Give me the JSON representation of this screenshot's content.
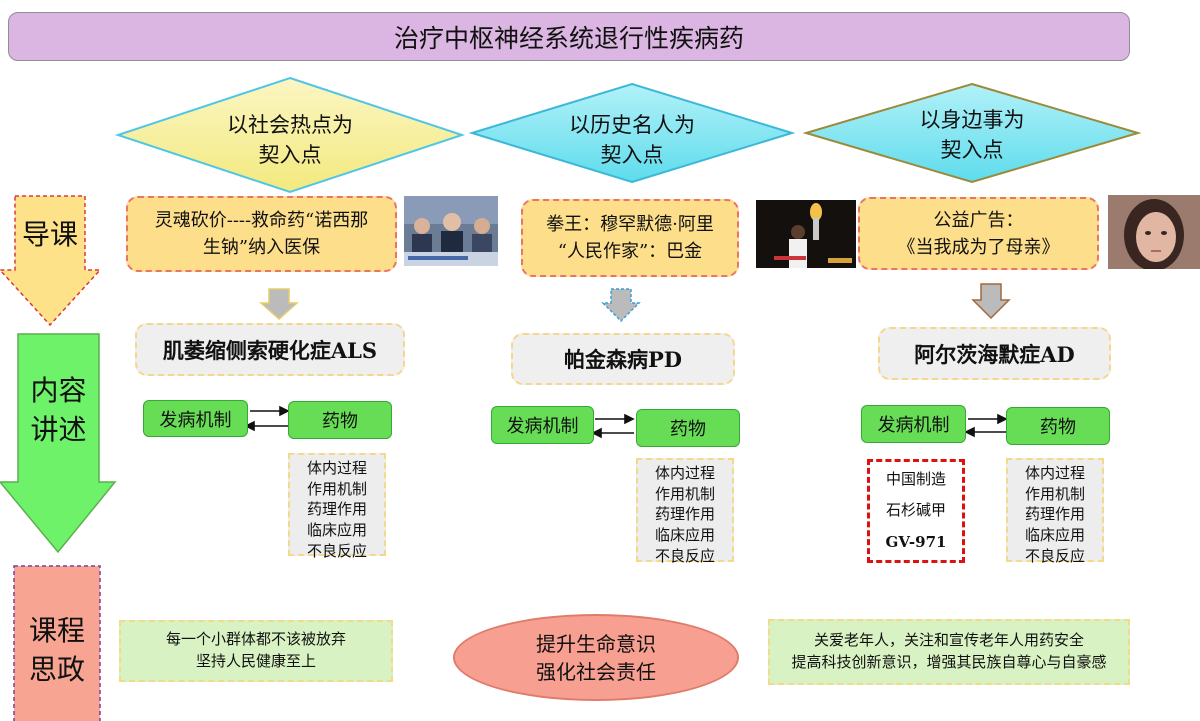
{
  "title": "治疗中枢神经系统退行性疾病药",
  "stages": {
    "intro": [
      "导课"
    ],
    "content": [
      "内容",
      "讲述"
    ],
    "ideology": [
      "课程",
      "思政"
    ]
  },
  "columns": [
    {
      "entry": [
        "以社会热点为",
        "契入点"
      ],
      "hook": [
        "灵魂砍价----救命药“诺西那",
        "生钠”纳入医保"
      ],
      "disease": "肌萎缩侧索硬化症ALS",
      "mechanism": "发病机制",
      "drug": "药物",
      "aspects": [
        "体内过程",
        "作用机制",
        "药理作用",
        "临床应用",
        "不良反应"
      ]
    },
    {
      "entry": [
        "以历史名人为",
        "契入点"
      ],
      "hook": [
        "拳王：穆罕默德·阿里",
        "“人民作家”：巴金"
      ],
      "disease": "帕金森病PD",
      "mechanism": "发病机制",
      "drug": "药物",
      "aspects": [
        "体内过程",
        "作用机制",
        "药理作用",
        "临床应用",
        "不良反应"
      ]
    },
    {
      "entry": [
        "以身边事为",
        "契入点"
      ],
      "hook": [
        "公益广告：",
        "《当我成为了母亲》"
      ],
      "disease": "阿尔茨海默症AD",
      "mechanism": "发病机制",
      "drug": "药物",
      "aspects": [
        "体内过程",
        "作用机制",
        "药理作用",
        "临床应用",
        "不良反应"
      ],
      "highlight": [
        "中国制造",
        "石杉碱甲",
        "GV-971"
      ]
    }
  ],
  "ideology": {
    "left": [
      "每一个小群体都不该被放弃",
      "坚持人民健康至上"
    ],
    "center": [
      "提升生命意识",
      "强化社会责任"
    ],
    "right": [
      "关爱老年人，关注和宣传老年人用药安全",
      "提高科技创新意识，增强其民族自尊心与自豪感"
    ]
  },
  "colors": {
    "title_bg": "#dcb6e2",
    "entry_yellow": "#f9f0a8",
    "entry_cyan": "#86e8f3",
    "hook_bg": "#fdde8a",
    "hook_border": "#e8746b",
    "green": "#66dd55",
    "salmon": "#f7a091",
    "light_green": "#d9f2c3"
  }
}
